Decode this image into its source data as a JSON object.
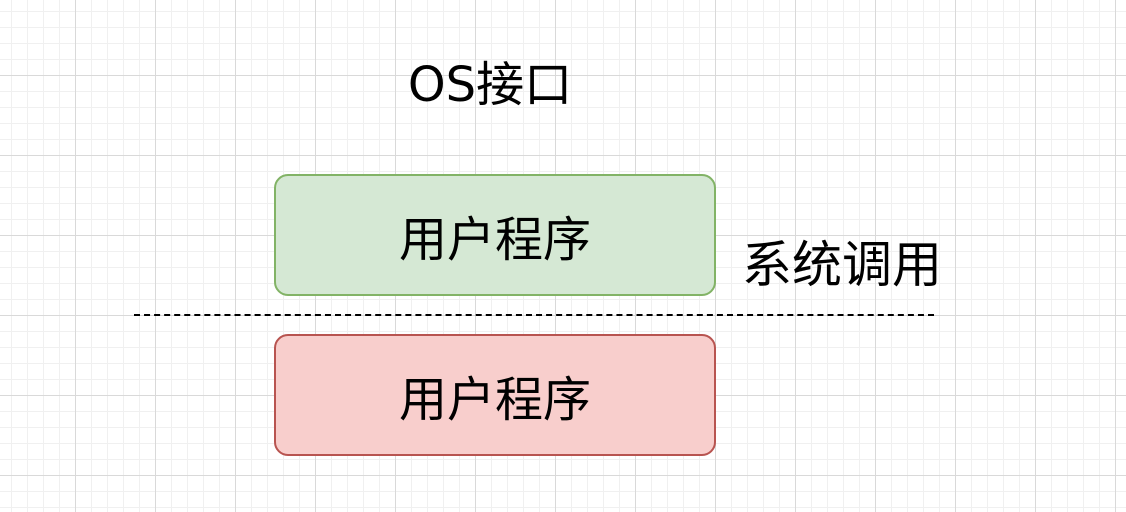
{
  "diagram": {
    "title": "OS接口",
    "upper_box": {
      "label": "用户程序",
      "fill": "#d5e8d4",
      "stroke": "#82b366"
    },
    "lower_box": {
      "label": "用户程序",
      "fill": "#f8cecc",
      "stroke": "#b85450"
    },
    "boundary_label": "系统调用",
    "colors": {
      "text": "#000000",
      "divider": "#000000"
    }
  }
}
